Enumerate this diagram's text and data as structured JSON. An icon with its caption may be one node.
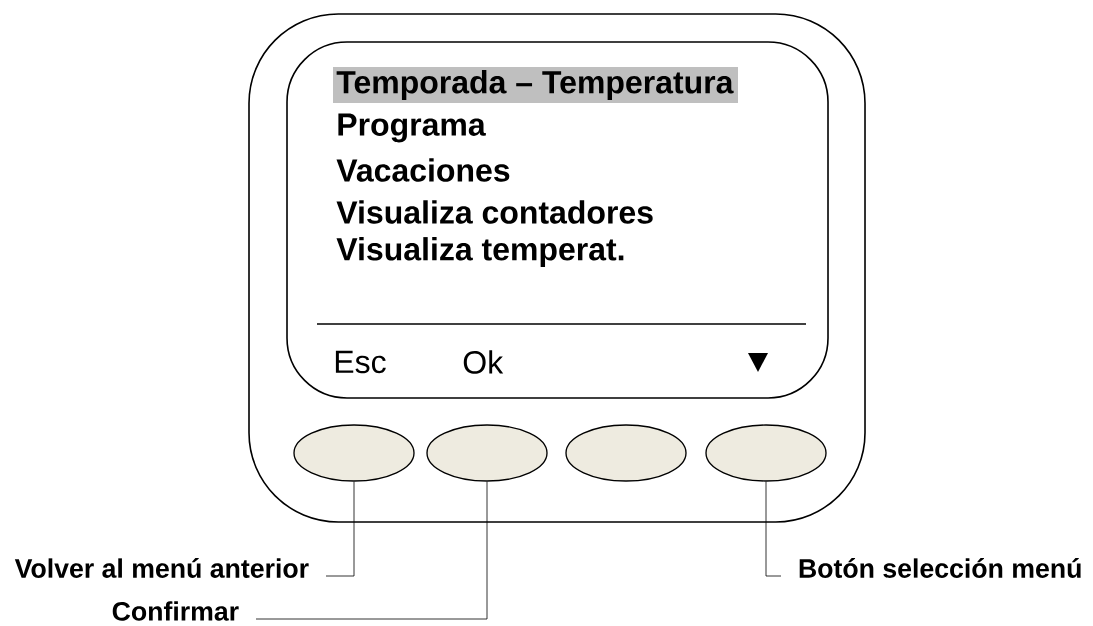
{
  "diagram": {
    "nodes": [
      {
        "text": [],
        "shape": "box"
      },
      {
        "text": [
          "Temporada – Temperatura",
          "Programa",
          "Vacaciones",
          "Visualiza contadores",
          "Visualiza temperat.",
          "Esc",
          "Ok"
        ],
        "in": 0
      },
      {
        "text": [],
        "shape": "ellipse",
        "in": 0
      },
      {
        "text": [],
        "shape": "ellipse",
        "in": 0
      },
      {
        "text": [],
        "shape": "ellipse",
        "in": 0
      },
      {
        "text": [],
        "shape": "ellipse",
        "in": 0
      },
      {
        "text": [
          "Volver al menú anterior"
        ]
      },
      {
        "text": [
          "Confirmar"
        ]
      },
      {
        "text": [
          "Botón selección menú"
        ]
      }
    ],
    "edges": [
      {
        "from": 6,
        "to": 2,
        "arrow": "none"
      },
      {
        "from": 7,
        "to": 3,
        "arrow": "none"
      },
      {
        "from": 8,
        "to": 5,
        "arrow": "none"
      }
    ]
  }
}
